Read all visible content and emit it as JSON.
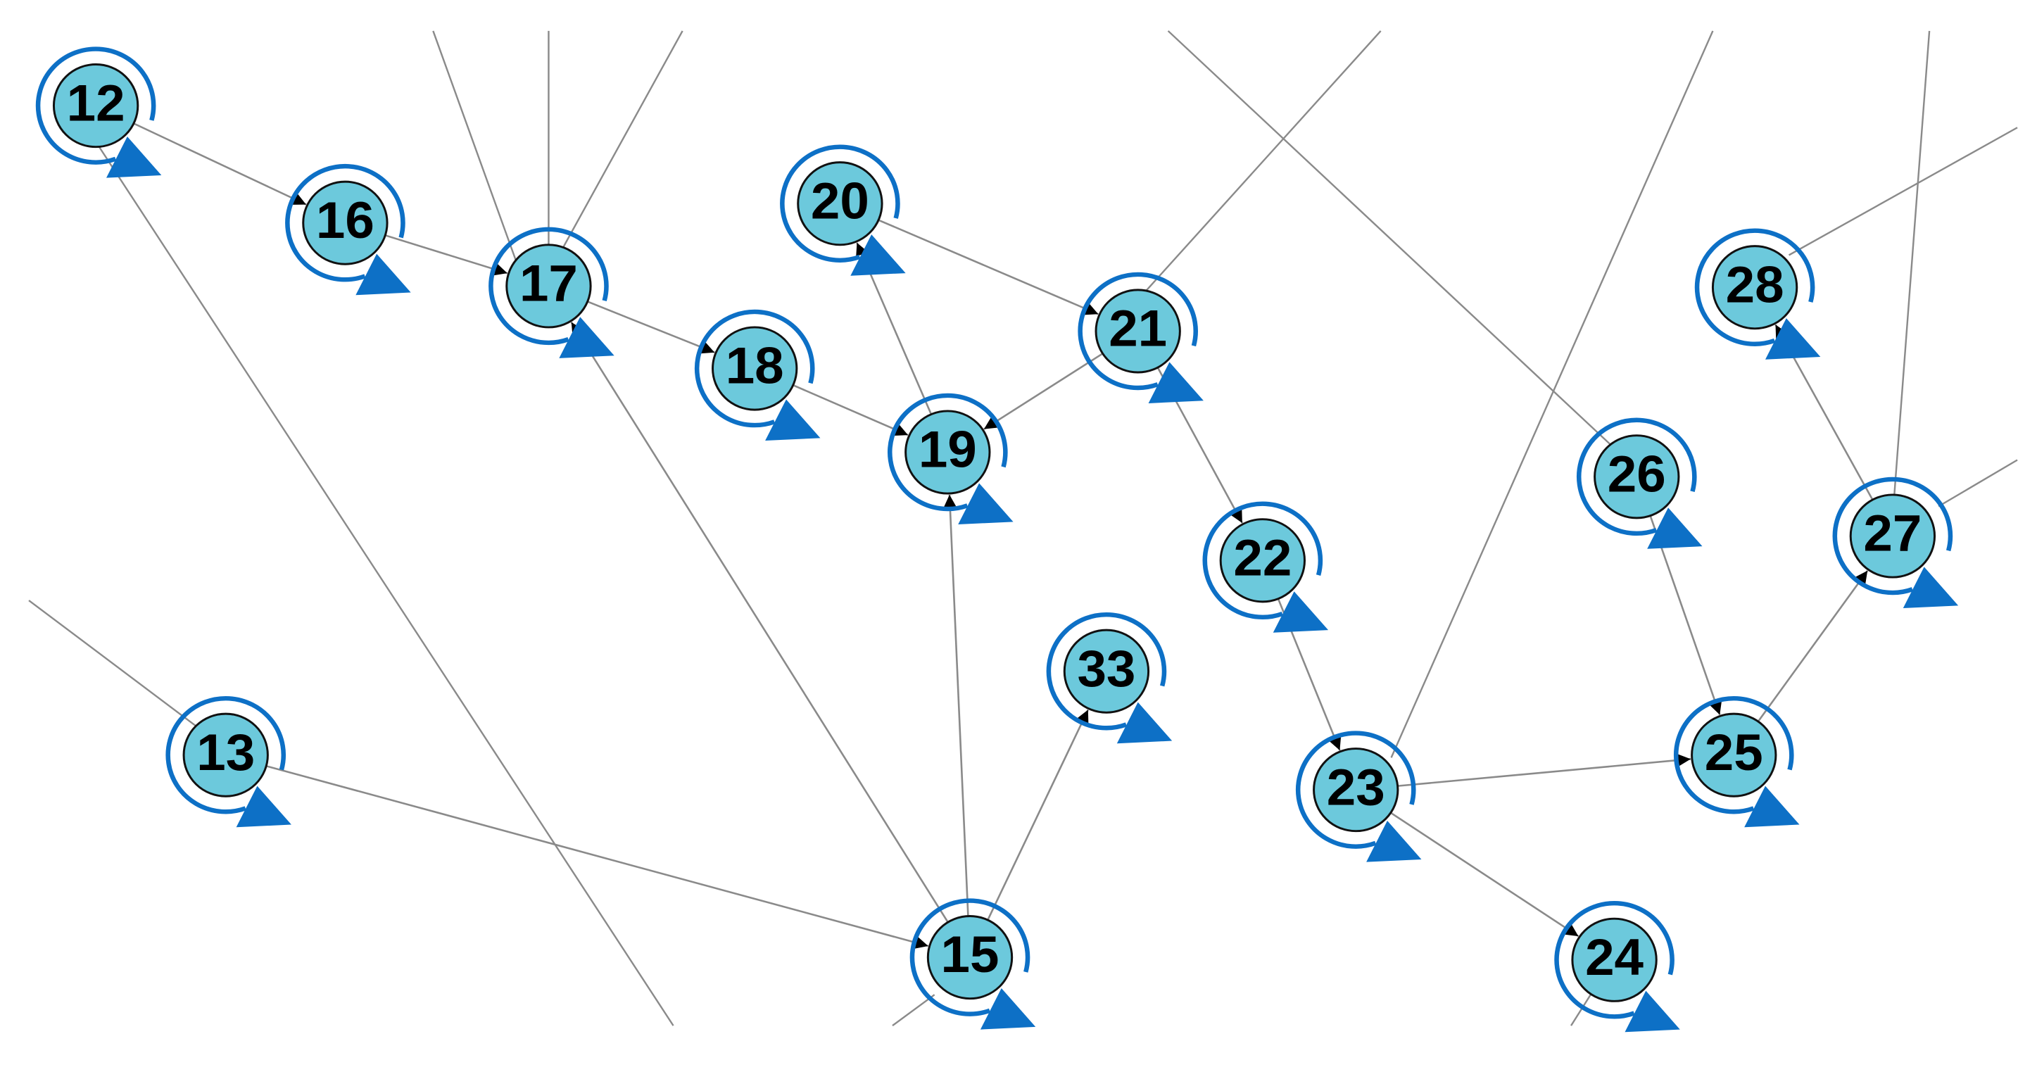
{
  "colors": {
    "node_fill": "#6cc9dc",
    "node_stroke": "#111111",
    "ring": "#0d70c6",
    "edge": "#8a8a8a",
    "arrow_head": "#000000"
  },
  "icons": {
    "self_loop": "circular-arrow-icon",
    "edge_head": "arrowhead-icon"
  },
  "nodes": [
    {
      "id": "n12",
      "label": "12"
    },
    {
      "id": "n16",
      "label": "16"
    },
    {
      "id": "n17",
      "label": "17"
    },
    {
      "id": "n18",
      "label": "18"
    },
    {
      "id": "n19",
      "label": "19"
    },
    {
      "id": "n20",
      "label": "20"
    },
    {
      "id": "n21",
      "label": "21"
    },
    {
      "id": "n22",
      "label": "22"
    },
    {
      "id": "n23",
      "label": "23"
    },
    {
      "id": "n24",
      "label": "24"
    },
    {
      "id": "n25",
      "label": "25"
    },
    {
      "id": "n26",
      "label": "26"
    },
    {
      "id": "n27",
      "label": "27"
    },
    {
      "id": "n28",
      "label": "28"
    },
    {
      "id": "n13",
      "label": "13"
    },
    {
      "id": "n15",
      "label": "15"
    },
    {
      "id": "n33",
      "label": "33"
    }
  ],
  "edges": [
    {
      "from": "n12",
      "to": "n16"
    },
    {
      "from": "n16",
      "to": "n17"
    },
    {
      "from": "n17",
      "to": "n18"
    },
    {
      "from": "n18",
      "to": "n19"
    },
    {
      "from": "n19",
      "to": "n20"
    },
    {
      "from": "n20",
      "to": "n21"
    },
    {
      "from": "n21",
      "to": "n22"
    },
    {
      "from": "n22",
      "to": "n23"
    },
    {
      "from": "n23",
      "to": "n24"
    },
    {
      "from": "n23",
      "to": "n25"
    },
    {
      "from": "n26",
      "to": "n25"
    },
    {
      "from": "n25",
      "to": "n27"
    },
    {
      "from": "n27",
      "to": "n28"
    },
    {
      "from": "n13",
      "to": "n15"
    },
    {
      "from": "n15",
      "to": "n19"
    },
    {
      "from": "n15",
      "to": "n33"
    },
    {
      "from": "n15",
      "to": "n17"
    },
    {
      "from": "n21",
      "to": "n19"
    }
  ]
}
